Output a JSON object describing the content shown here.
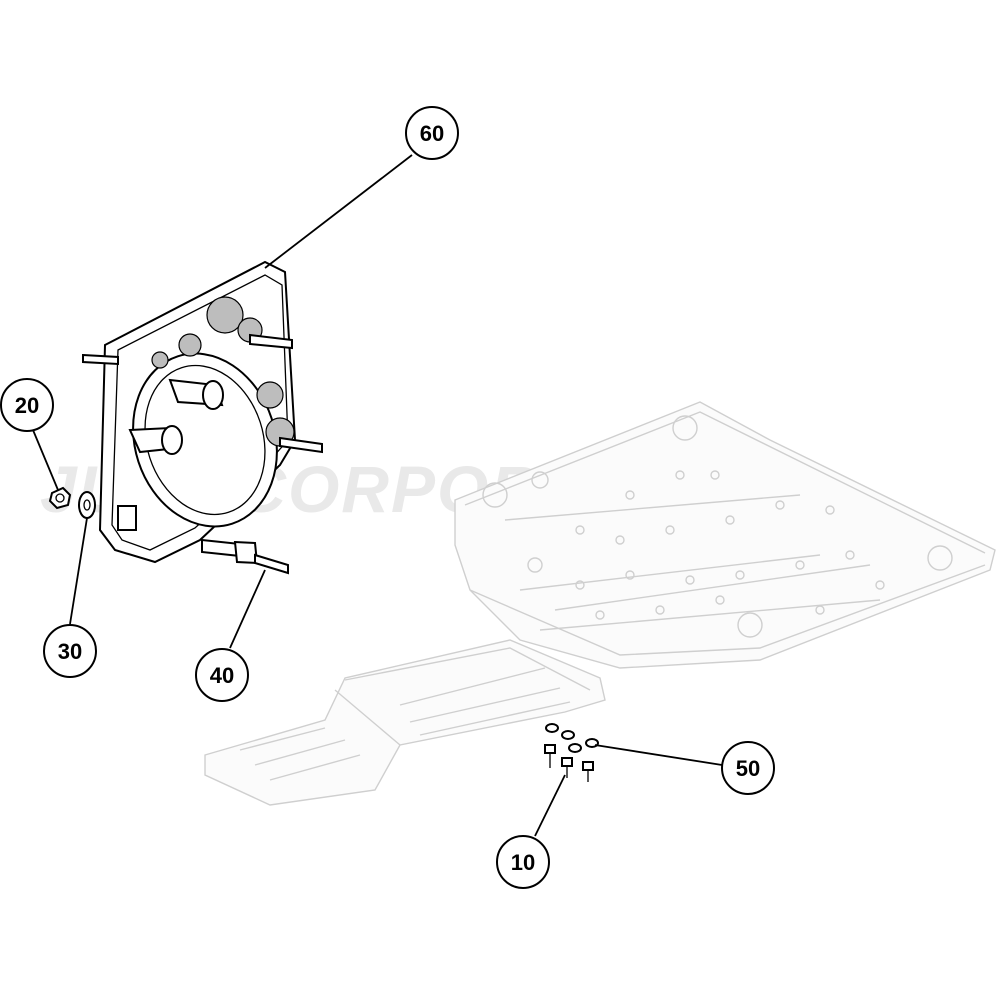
{
  "watermark": "JUSP CORPORATION",
  "callouts": [
    {
      "id": "c60",
      "label": "60"
    },
    {
      "id": "c20",
      "label": "20"
    },
    {
      "id": "c30",
      "label": "30"
    },
    {
      "id": "c40",
      "label": "40"
    },
    {
      "id": "c50",
      "label": "50"
    },
    {
      "id": "c10",
      "label": "10"
    }
  ]
}
